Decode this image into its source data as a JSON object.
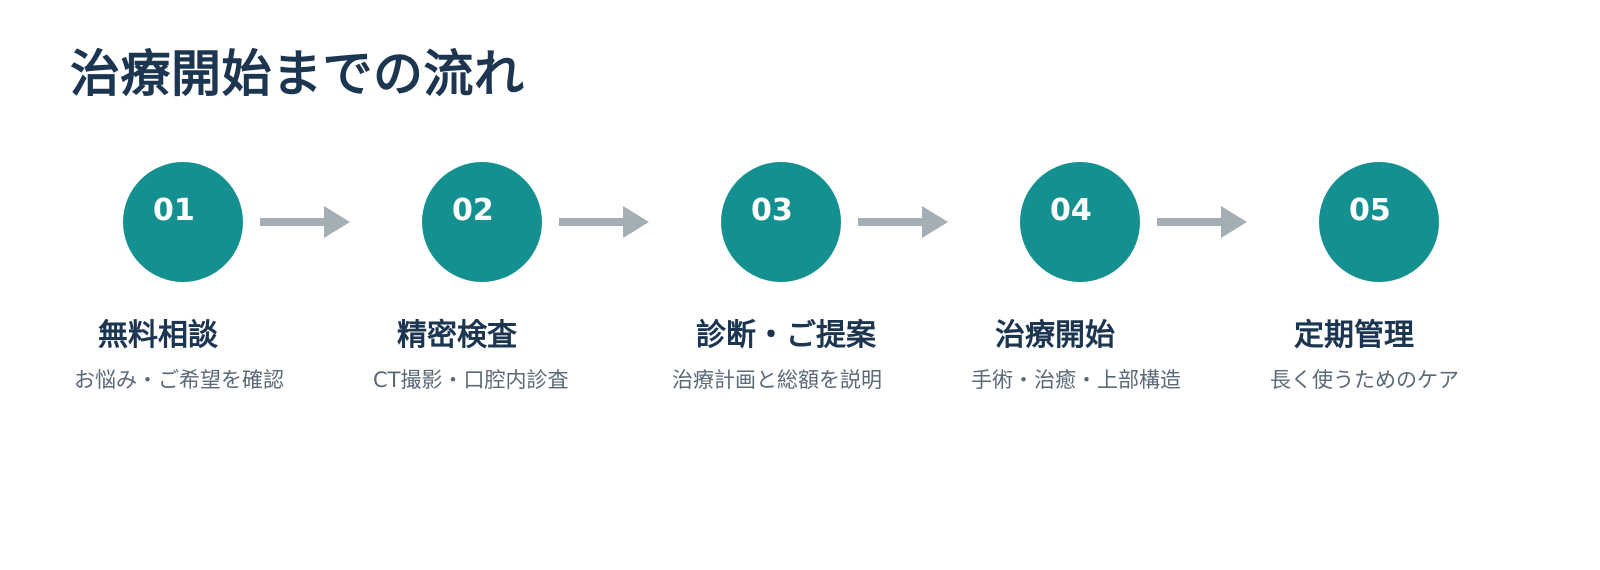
{
  "title": "治療開始までの流れ",
  "colors": {
    "title": "#1c3550",
    "circle": "#149090",
    "arrow": "#a3aeb5",
    "description": "#5a6878"
  },
  "steps": [
    {
      "number": "01",
      "title": "無料相談",
      "description": "お悩み・ご希望を確認"
    },
    {
      "number": "02",
      "title": "精密検査",
      "description": "CT撮影・口腔内診査"
    },
    {
      "number": "03",
      "title": "診断・ご提案",
      "description": "治療計画と総額を説明"
    },
    {
      "number": "04",
      "title": "治療開始",
      "description": "手術・治癒・上部構造"
    },
    {
      "number": "05",
      "title": "定期管理",
      "description": "長く使うためのケア"
    }
  ],
  "arrows": [
    {
      "icon": "arrow-right-icon"
    },
    {
      "icon": "arrow-right-icon"
    },
    {
      "icon": "arrow-right-icon"
    },
    {
      "icon": "arrow-right-icon"
    }
  ]
}
